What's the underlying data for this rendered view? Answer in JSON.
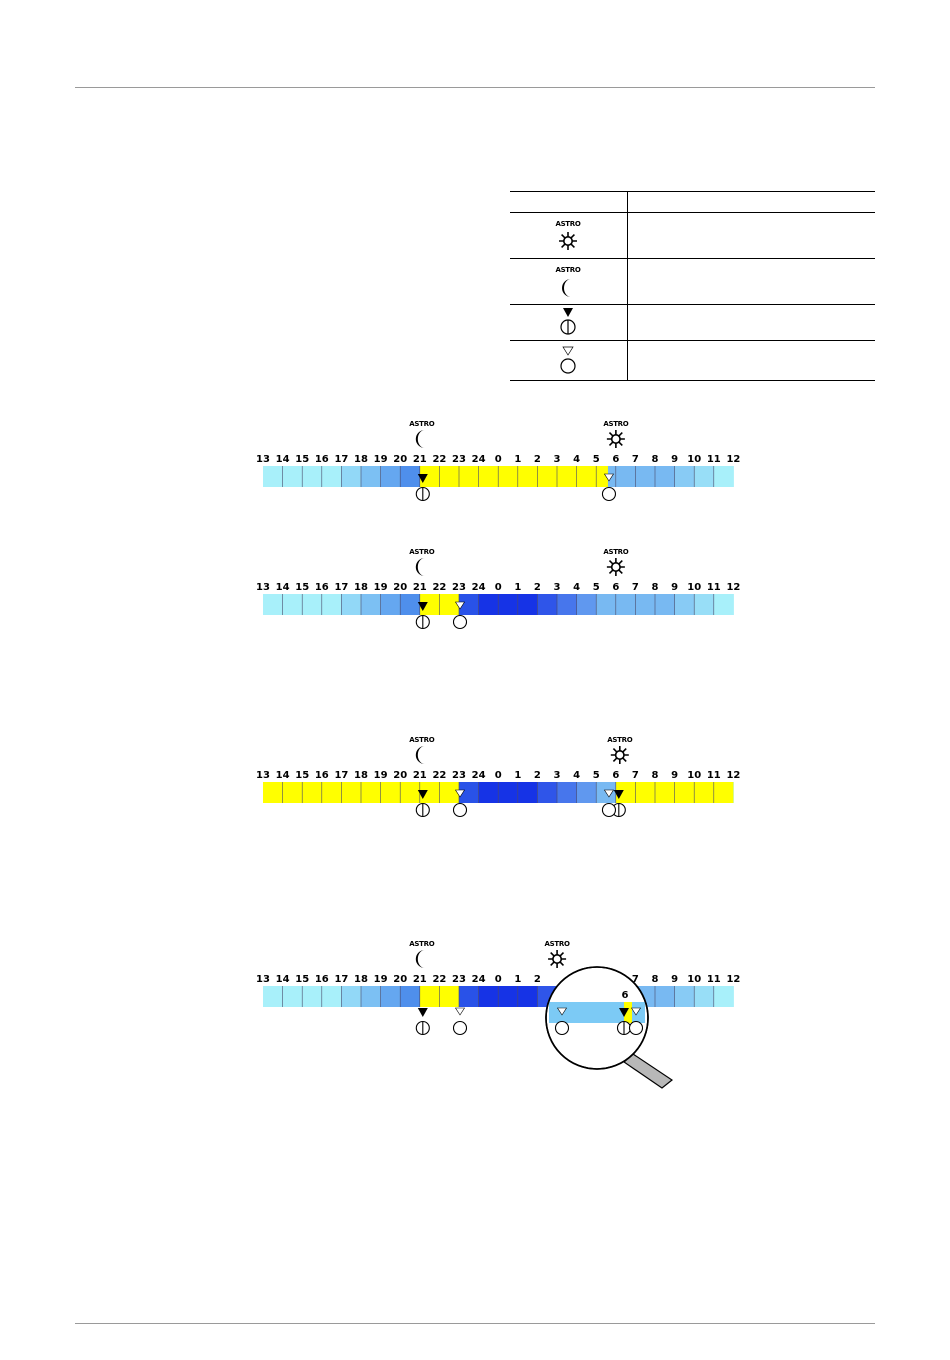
{
  "legend": {
    "header": [
      "",
      ""
    ],
    "rows": [
      {
        "icon": "astro-sun-icon",
        "label": "ASTRO",
        "description": ""
      },
      {
        "icon": "astro-moon-icon",
        "label": "ASTRO",
        "description": ""
      },
      {
        "icon": "switch-on-icon",
        "description": ""
      },
      {
        "icon": "switch-off-icon",
        "description": ""
      }
    ]
  },
  "timeline": {
    "hours": [
      "13",
      "14",
      "15",
      "16",
      "17",
      "18",
      "19",
      "20",
      "21",
      "22",
      "23",
      "24",
      "0",
      "1",
      "2",
      "3",
      "4",
      "5",
      "6",
      "7",
      "8",
      "9",
      "10",
      "11",
      "12"
    ],
    "astro_label": "ASTRO",
    "colors": {
      "day_light": "#a8f0fa",
      "evening_blue": "#4f8fec",
      "night_blue": "#1633e6",
      "morning_blue": "#78b9f2",
      "switched_on": "#ffff00"
    }
  },
  "figures": [
    {
      "moon_hour": 21,
      "sun_hour": 5.8,
      "on_marks": [
        21
      ],
      "off_marks": [
        5.6
      ],
      "background": "dusk-dawn",
      "yellow": [
        [
          21,
          5.6
        ]
      ]
    },
    {
      "moon_hour": 21,
      "sun_hour": 5.8,
      "on_marks": [
        21
      ],
      "off_marks": [
        23
      ],
      "background": "dusk-dawn",
      "yellow": [
        [
          21,
          23
        ]
      ]
    },
    {
      "moon_hour": 21,
      "sun_hour": 6,
      "on_marks": [
        21,
        6
      ],
      "off_marks": [
        23,
        5.6
      ],
      "background": "dusk-dawn",
      "yellow": [
        [
          13,
          23
        ],
        [
          6,
          12
        ]
      ]
    },
    {
      "moon_hour": 21,
      "sun_hour": 2.8,
      "on_marks": [
        21,
        5.9
      ],
      "off_marks": [
        23,
        2.9,
        6.4
      ],
      "background": "dusk-dawn",
      "yellow": [
        [
          21,
          23
        ],
        [
          5.9,
          6.4
        ]
      ],
      "magnifier": {
        "visible_hour": "6"
      }
    }
  ]
}
